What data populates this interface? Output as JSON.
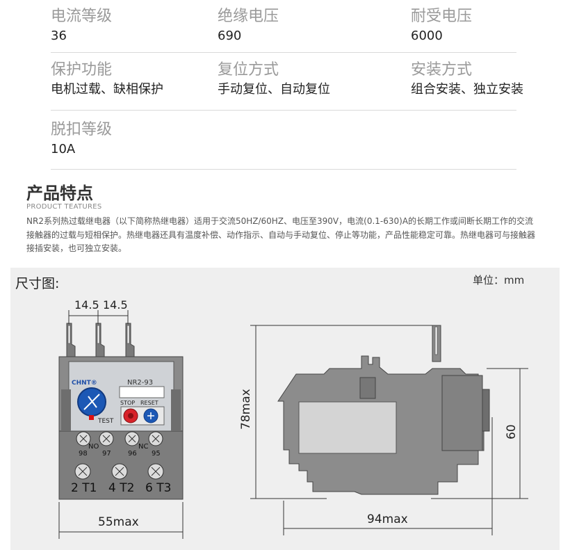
{
  "specs": [
    {
      "label": "电流等级",
      "value": "36"
    },
    {
      "label": "绝缘电压",
      "value": "690"
    },
    {
      "label": "耐受电压",
      "value": "6000"
    },
    {
      "label": "保护功能",
      "value": "电机过载、缺相保护"
    },
    {
      "label": "复位方式",
      "value": "手动复位、自动复位"
    },
    {
      "label": "安装方式",
      "value": "组合安装、独立安装"
    },
    {
      "label": "脱扣等级",
      "value": "10A"
    }
  ],
  "features": {
    "title": "产品特点",
    "subtitle": "PRODUCT TEATURES",
    "body": "NR2系列热过载继电器（以下简称热继电器）适用于交流50HZ/60HZ、电压至390V，电流(0.1-630)A的长期工作或间断长期工作的交流接触器的过载与短相保护。热继电器还具有温度补偿、动作指示、自动与手动复位、停止等功能，产品性能稳定可靠。热继电器可与接触器接插安装，也可独立安装。"
  },
  "dimensions": {
    "title": "尺寸图:",
    "unit": "单位：mm",
    "front": {
      "pitch_left": "14.5",
      "pitch_right": "14.5",
      "width": "55max",
      "brand": "CHNT®",
      "model": "NR2-93",
      "test": "TEST",
      "stop": "STOP",
      "reset": "RESET",
      "no": "NO",
      "nc": "NC",
      "aux_terms": [
        "98",
        "97",
        "96",
        "95"
      ],
      "main_terms": [
        "2 T1",
        "4 T2",
        "6 T3"
      ]
    },
    "side": {
      "height_total": "78max",
      "height_body": "60",
      "depth": "94max"
    }
  }
}
